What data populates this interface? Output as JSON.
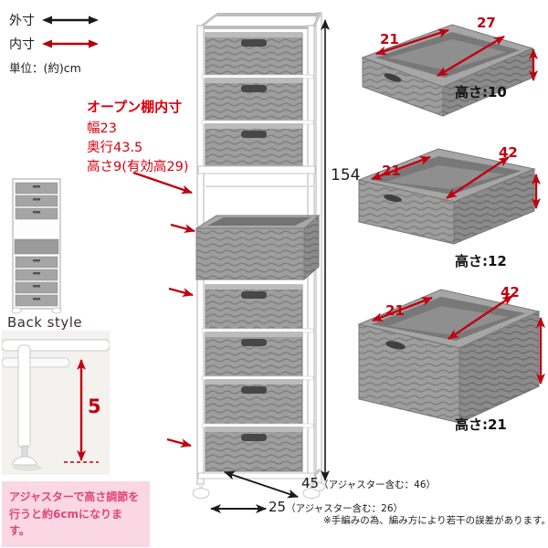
{
  "colors": {
    "dimension_red": "#c00010",
    "dimension_black": "#1a1a1a",
    "note_pink_bg": "#fad7e3",
    "note_pink_text": "#e0457b",
    "basket_gray": "#9e9e9e"
  },
  "legend": {
    "outer_label": "外寸",
    "inner_label": "内寸",
    "unit_label": "単位：(約)cm"
  },
  "shelf_note": {
    "title": "オープン棚内寸",
    "width": "幅23",
    "depth": "奥行43.5",
    "height": "高さ9(有効高29)"
  },
  "back_style": {
    "title": "Back style",
    "leg_height": "5",
    "note_line1": "アジャスターで高さ調節を",
    "note_line2": "行うと約6cmになります。"
  },
  "rack": {
    "height": "154",
    "depth": "45",
    "depth_note": "（アジャスター含む：46）",
    "width": "25",
    "width_note": "（アジャスター含む：26）"
  },
  "baskets": [
    {
      "width": "27",
      "depth": "21",
      "height_label": "高さ:10"
    },
    {
      "width": "42",
      "depth": "21",
      "height_label": "高さ:12"
    },
    {
      "width": "42",
      "depth": "21",
      "height_label": "高さ:21"
    }
  ],
  "footnote": "※手編みの為、編み方により若干の誤差があります。"
}
